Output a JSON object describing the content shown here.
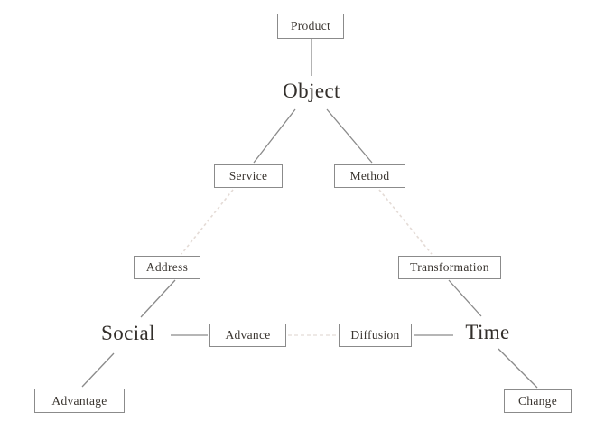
{
  "diagram": {
    "type": "concept-triangle",
    "background": "#ffffff",
    "colors": {
      "box_border": "#8b8b8b",
      "solid_line": "#8a8a8a",
      "faint_line": "#e4dbd6",
      "text": "#3a3530"
    },
    "nodes": {
      "product": {
        "label": "Product",
        "kind": "box"
      },
      "object": {
        "label": "Object",
        "kind": "vertex"
      },
      "service": {
        "label": "Service",
        "kind": "box"
      },
      "method": {
        "label": "Method",
        "kind": "box"
      },
      "address": {
        "label": "Address",
        "kind": "box"
      },
      "transformation": {
        "label": "Transformation",
        "kind": "box"
      },
      "social": {
        "label": "Social",
        "kind": "vertex"
      },
      "advance": {
        "label": "Advance",
        "kind": "box"
      },
      "diffusion": {
        "label": "Diffusion",
        "kind": "box"
      },
      "time": {
        "label": "Time",
        "kind": "vertex"
      },
      "advantage": {
        "label": "Advantage",
        "kind": "box"
      },
      "change": {
        "label": "Change",
        "kind": "box"
      }
    },
    "edges": [
      {
        "from": "product",
        "to": "object",
        "style": "solid"
      },
      {
        "from": "object",
        "to": "service",
        "style": "solid"
      },
      {
        "from": "object",
        "to": "method",
        "style": "solid"
      },
      {
        "from": "service",
        "to": "address",
        "style": "faint-dotted"
      },
      {
        "from": "method",
        "to": "transformation",
        "style": "faint-dotted"
      },
      {
        "from": "address",
        "to": "social",
        "style": "solid"
      },
      {
        "from": "transformation",
        "to": "time",
        "style": "solid"
      },
      {
        "from": "social",
        "to": "advance",
        "style": "solid"
      },
      {
        "from": "advance",
        "to": "diffusion",
        "style": "faint-dotted"
      },
      {
        "from": "diffusion",
        "to": "time",
        "style": "solid"
      },
      {
        "from": "social",
        "to": "advantage",
        "style": "solid"
      },
      {
        "from": "time",
        "to": "change",
        "style": "solid"
      }
    ]
  }
}
